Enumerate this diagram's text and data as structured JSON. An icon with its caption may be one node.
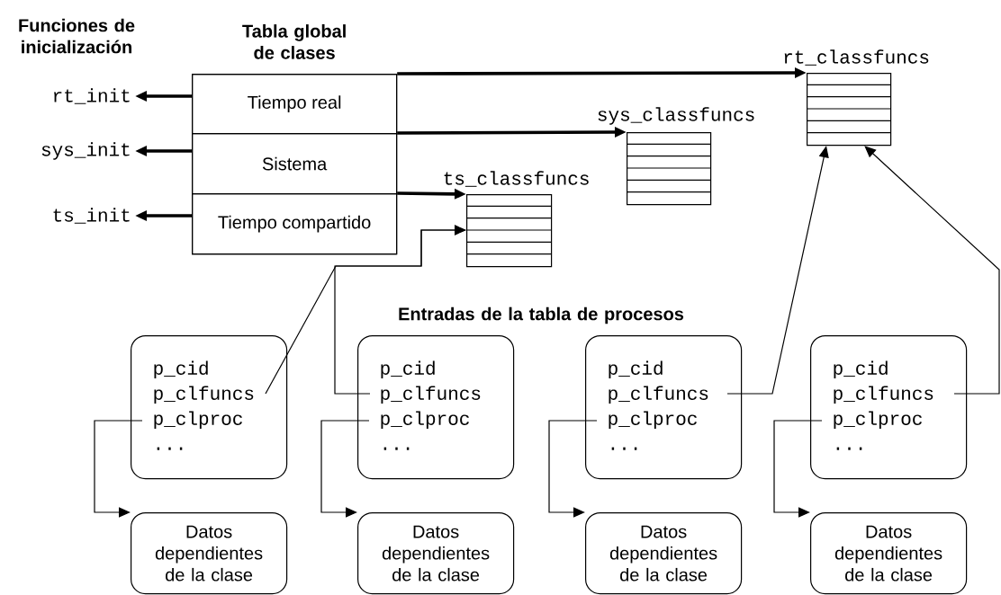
{
  "diagram": {
    "nodes": [
      {
        "text": [
          "Tabla global de clases"
        ]
      },
      {
        "text": [
          "Tiempo real"
        ],
        "in": 0
      },
      {
        "text": [
          "Sistema"
        ],
        "in": 0
      },
      {
        "text": [
          "Tiempo compartido"
        ],
        "in": 0
      },
      {
        "text": [
          "rt_init"
        ]
      },
      {
        "text": [
          "sys_init"
        ]
      },
      {
        "text": [
          "ts_init"
        ]
      },
      {
        "text": [
          "rt_classfuncs"
        ]
      },
      {
        "text": [
          "sys_classfuncs"
        ]
      },
      {
        "text": [
          "ts_classfuncs"
        ]
      },
      {
        "text": [
          "p_cid",
          "p_clfuncs",
          "p_clproc",
          "..."
        ]
      },
      {
        "text": [
          "p_cid",
          "p_clfuncs",
          "p_clproc",
          "..."
        ]
      },
      {
        "text": [
          "p_cid",
          "p_clfuncs",
          "p_clproc",
          "..."
        ]
      },
      {
        "text": [
          "p_cid",
          "p_clfuncs",
          "p_clproc",
          "..."
        ]
      },
      {
        "text": [
          "Datos dependientes de la clase"
        ]
      },
      {
        "text": [
          "Datos dependientes de la clase"
        ]
      },
      {
        "text": [
          "Datos dependientes de la clase"
        ]
      },
      {
        "text": [
          "Datos dependientes de la clase"
        ]
      }
    ],
    "edges": [
      {
        "from": 1,
        "to": 4,
        "arrow": "to",
        "style": "thick"
      },
      {
        "from": 2,
        "to": 5,
        "arrow": "to",
        "style": "thick"
      },
      {
        "from": 3,
        "to": 6,
        "arrow": "to",
        "style": "thick"
      },
      {
        "from": 1,
        "to": 7,
        "arrow": "to",
        "style": "thick"
      },
      {
        "from": 2,
        "to": 8,
        "arrow": "to",
        "style": "thick"
      },
      {
        "from": 3,
        "to": 9,
        "arrow": "to",
        "style": "thick"
      },
      {
        "from": 10,
        "to": 9,
        "arrow": "to"
      },
      {
        "from": 11,
        "to": 9,
        "arrow": "to"
      },
      {
        "from": 12,
        "to": 7,
        "arrow": "to"
      },
      {
        "from": 13,
        "to": 7,
        "arrow": "to"
      },
      {
        "from": 10,
        "to": 14,
        "arrow": "to"
      },
      {
        "from": 11,
        "to": 15,
        "arrow": "to"
      },
      {
        "from": 12,
        "to": 16,
        "arrow": "to"
      },
      {
        "from": 13,
        "to": 17,
        "arrow": "to"
      }
    ],
    "labels": [
      "Funciones de inicialización",
      "Entradas de la tabla de procesos"
    ]
  }
}
